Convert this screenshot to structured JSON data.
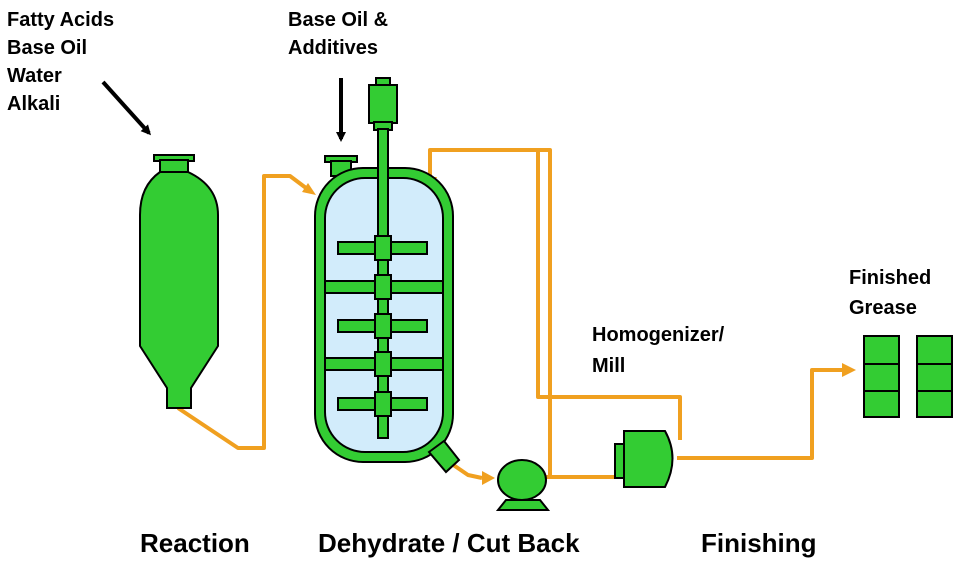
{
  "labels": {
    "inputs_reactor": [
      "Fatty Acids",
      "Base Oil",
      "Water",
      "Alkali"
    ],
    "inputs_kettle": [
      "Base Oil &",
      "Additives"
    ],
    "homogenizer": [
      "Homogenizer/",
      "Mill"
    ],
    "product": [
      "Finished",
      "Grease"
    ]
  },
  "stages": {
    "reaction": "Reaction",
    "dehydrate": "Dehydrate / Cut Back",
    "finishing": "Finishing"
  },
  "colors": {
    "equipment": "#33cc33",
    "outline": "#000000",
    "pipe": "#f0a020",
    "kettle_interior": "#d2ecfb",
    "arrow": "#000000"
  }
}
